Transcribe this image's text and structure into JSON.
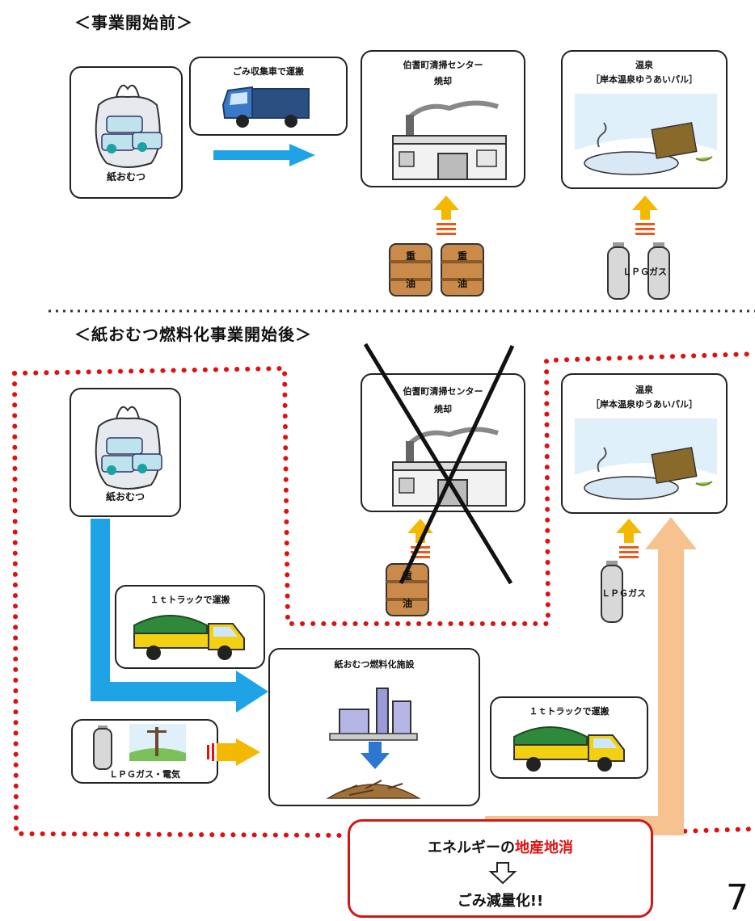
{
  "before": {
    "heading": "＜事業開始前＞",
    "diaper_label": "紙おむつ",
    "truck_label": "ごみ収集車で運搬",
    "center_title": "伯耆町清掃センター",
    "center_sub": "焼却",
    "onsen_title": "温泉",
    "onsen_sub": "［岸本温泉ゆうあいパル］",
    "oil_char1": "重",
    "oil_char2": "油",
    "lpg_label": "ＬＰＧガス"
  },
  "after": {
    "heading": "＜紙おむつ燃料化事業開始後＞",
    "diaper_label": "紙おむつ",
    "center_title": "伯耆町清掃センター",
    "center_sub": "焼却",
    "onsen_title": "温泉",
    "onsen_sub": "［岸本温泉ゆうあいパル］",
    "oil_char1": "重",
    "oil_char2": "油",
    "lpg_label": "ＬＰＧガス",
    "truck1_label": "１ｔトラックで運搬",
    "facility_label": "紙おむつ燃料化施設",
    "lpg_elec_label": "ＬＰＧガス・電気",
    "truck2_label": "１ｔトラックで運搬"
  },
  "summary": {
    "line1_prefix": "エネルギーの",
    "line1_highlight": "地産地消",
    "line2": "ごみ減量化!!"
  },
  "page_number": "7"
}
